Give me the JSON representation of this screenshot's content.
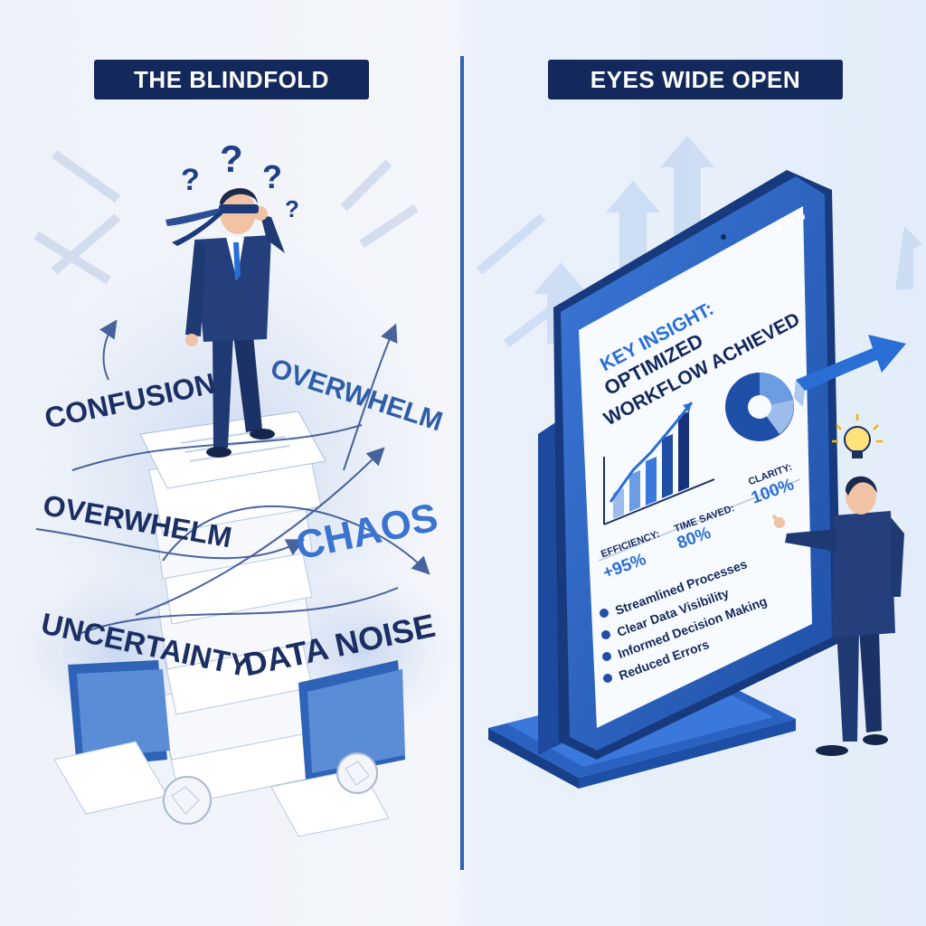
{
  "left_panel": {
    "title": "THE BLINDFOLD",
    "words": [
      "CONFUSION",
      "OVERWHELM",
      "OVERWHELM",
      "CHAOS",
      "UNCERTAINTY",
      "DATA NOISE"
    ]
  },
  "right_panel": {
    "title": "EYES WIDE OPEN",
    "screen": {
      "heading_line1": "KEY INSIGHT:",
      "heading_line2": "OPTIMIZED",
      "heading_line3": "WORKFLOW ACHIEVED",
      "metrics": [
        {
          "label": "EFFICIENCY:",
          "value": "+95%"
        },
        {
          "label": "TIME SAVED:",
          "value": "80%"
        },
        {
          "label": "CLARITY:",
          "value": "100%"
        }
      ],
      "bullets": [
        "Streamlined Processes",
        "Clear Data Visibility",
        "Informed Decision Making",
        "Reduced Errors"
      ]
    }
  },
  "colors": {
    "navy": "#13295c",
    "brand_blue": "#2f63b3",
    "light_blue": "#7fa8e0",
    "accent": "#2a6fd6"
  },
  "icons": [
    "question-mark-icon",
    "blindfold-icon",
    "folder-icon",
    "crumpled-paper-icon",
    "lightbulb-icon",
    "pie-chart-icon",
    "bar-chart-icon",
    "arrow-icon"
  ]
}
